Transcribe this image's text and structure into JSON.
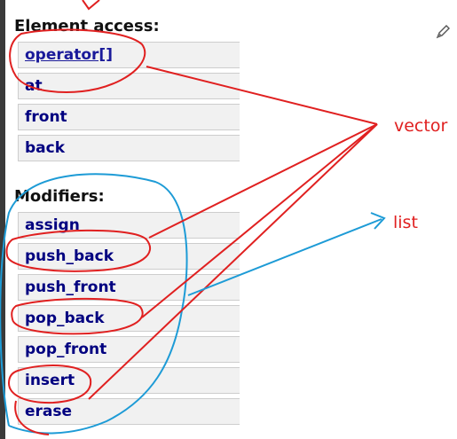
{
  "sections": [
    {
      "title": "Element access:",
      "items": [
        "operator[]",
        "at",
        "front",
        "back"
      ]
    },
    {
      "title": "Modifiers:",
      "items": [
        "assign",
        "push_back",
        "push_front",
        "pop_back",
        "pop_front",
        "insert",
        "erase"
      ]
    }
  ],
  "annotations": {
    "vector_label": "vector",
    "list_label": "list",
    "red": "#e02020",
    "blue": "#1d9bd6"
  },
  "colors": {
    "item_text": "#000080",
    "item_bg": "#f1f1f1",
    "item_border": "#cdcdcd"
  },
  "icons": {
    "pencil": "pencil-edit-icon"
  }
}
